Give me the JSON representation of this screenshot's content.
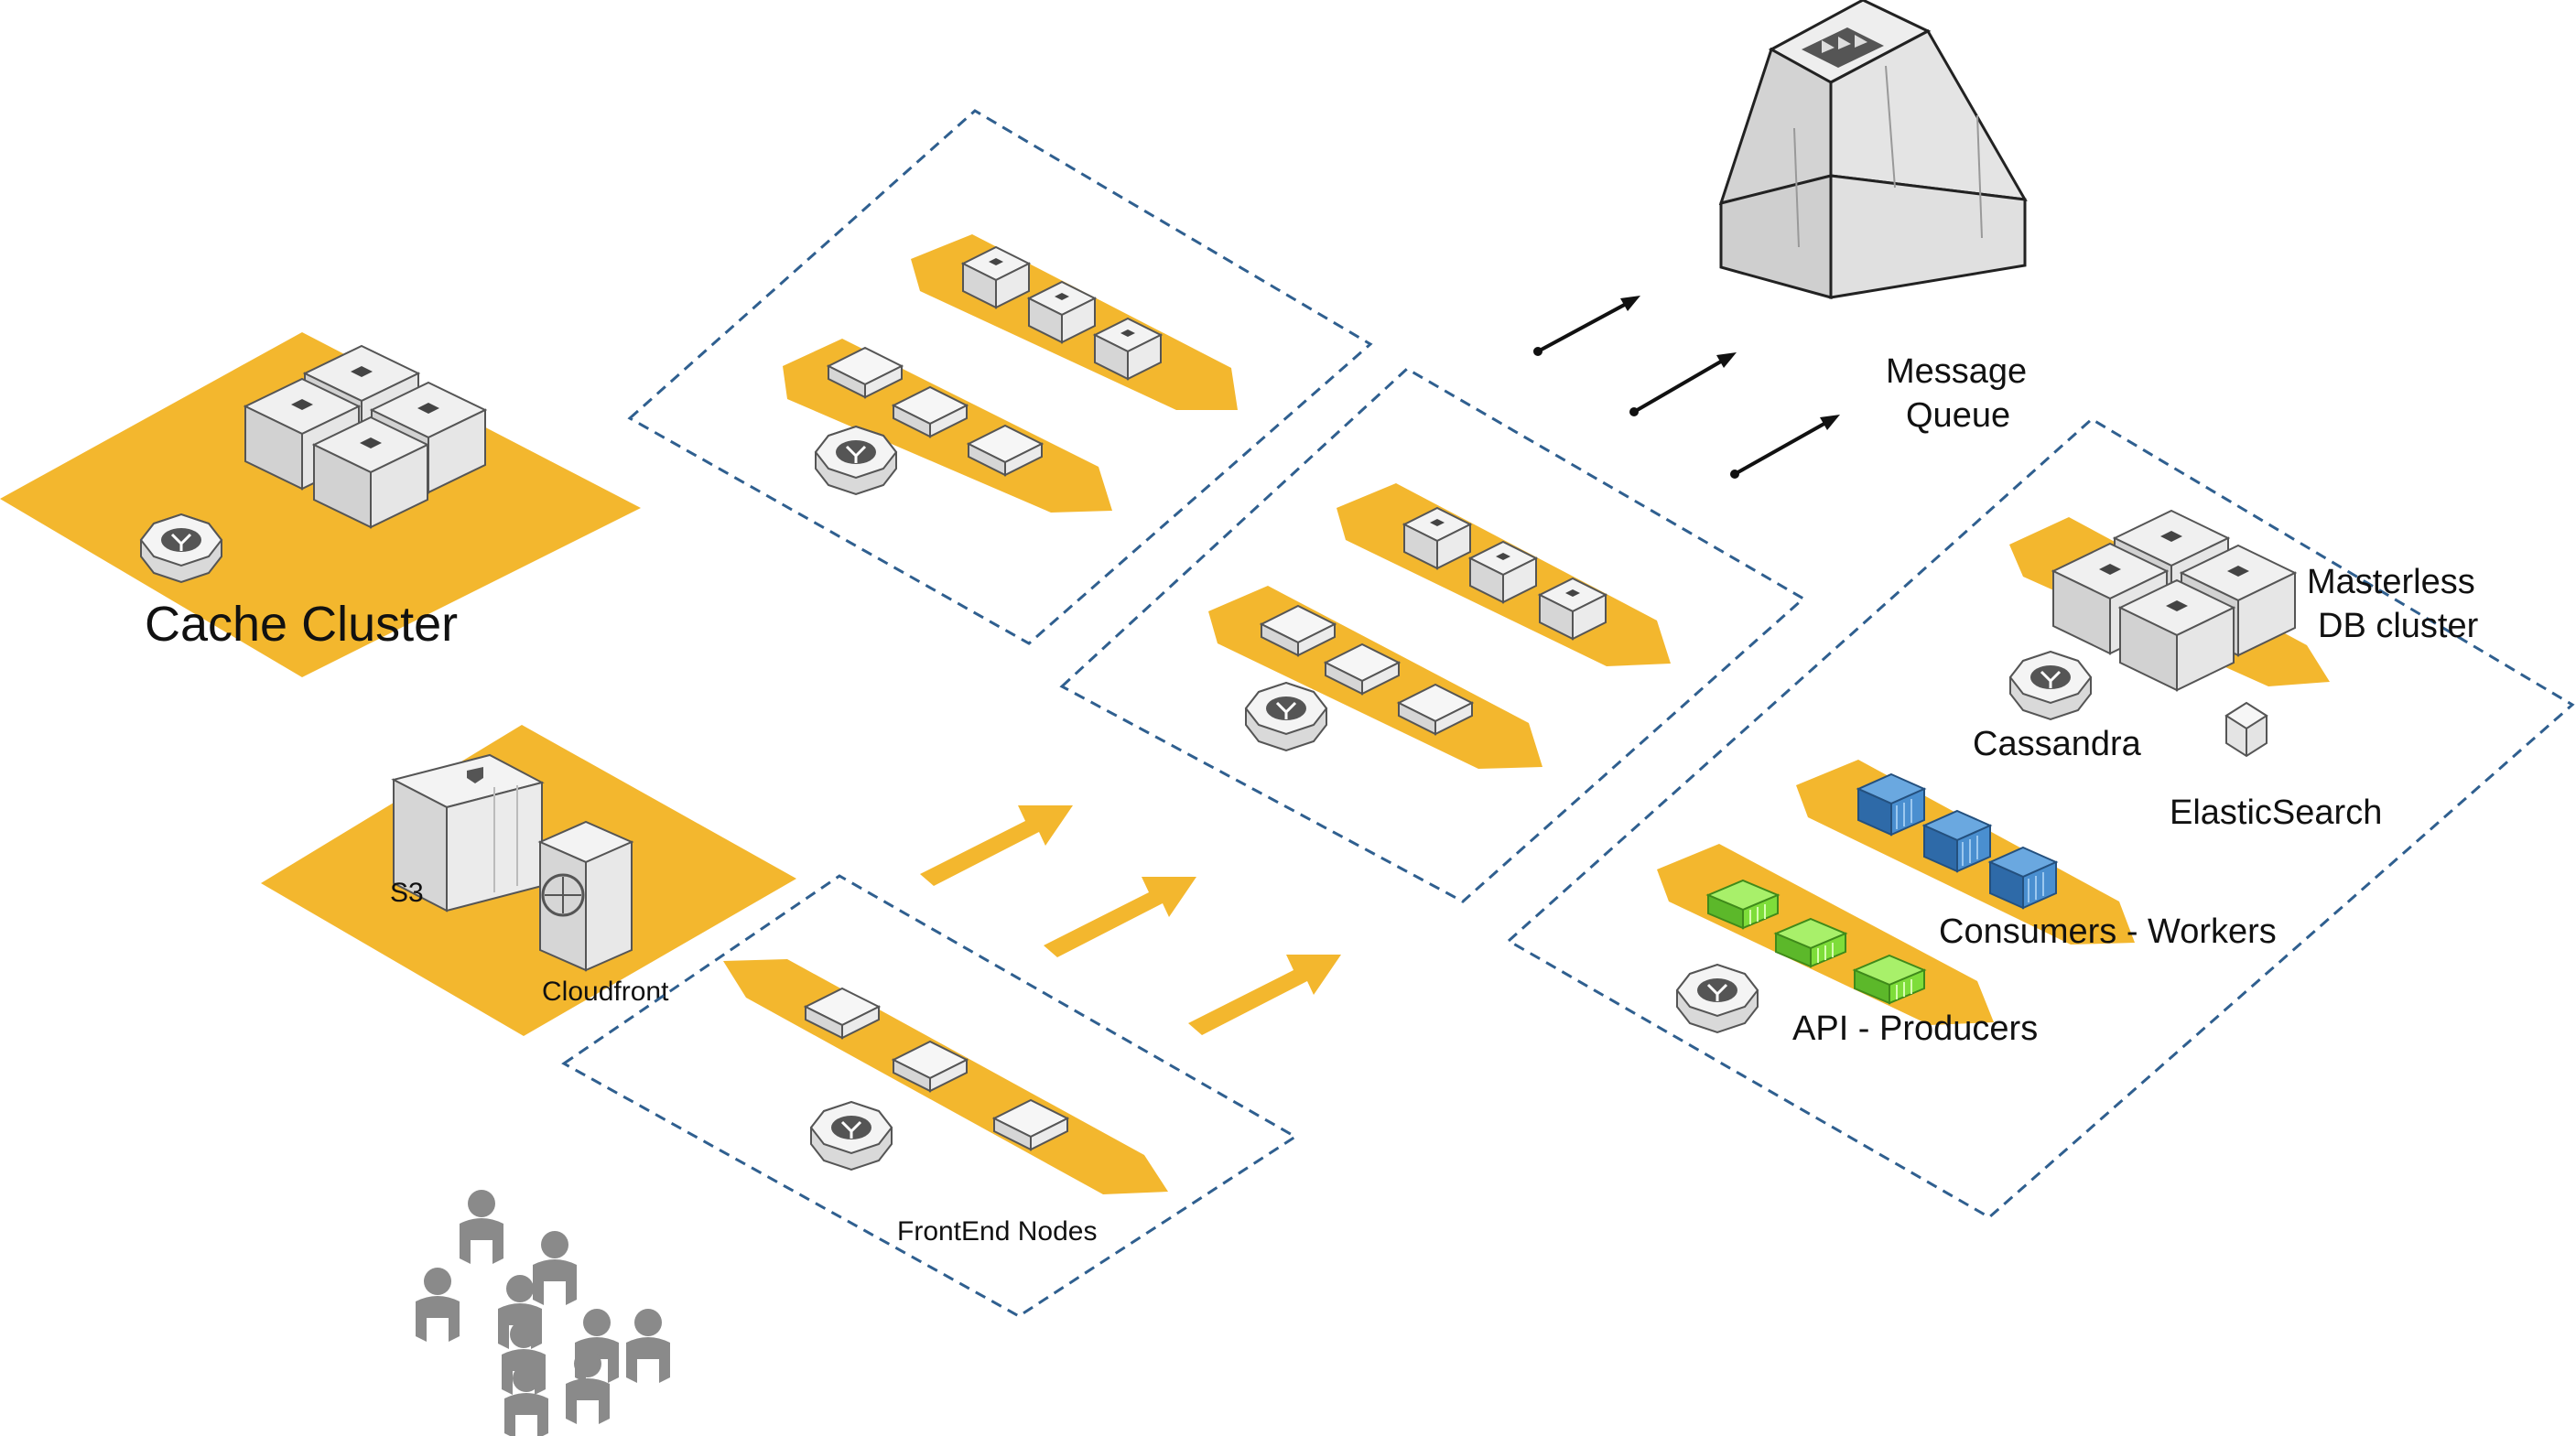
{
  "labels": {
    "cache_cluster": "Cache Cluster",
    "s3": "S3",
    "cloudfront": "Cloudfront",
    "frontend_nodes": "FrontEnd Nodes",
    "message_queue_line1": "Message",
    "message_queue_line2": "Queue",
    "masterless_line1": "Masterless",
    "masterless_line2": "DB cluster",
    "cassandra": "Cassandra",
    "elasticsearch": "ElasticSearch",
    "consumers_workers": "Consumers - Workers",
    "api_producers": "API - Producers"
  },
  "colors": {
    "accent_orange": "#F3B72E",
    "dashed_border": "#2F5F8F",
    "server_gray": "#DCDCDC",
    "server_dark": "#555555",
    "worker_blue": "#3E86C9",
    "producer_green": "#7EDD3A",
    "users_gray": "#8A8A8A"
  },
  "icons": [
    "gateway-icon",
    "server-icon",
    "message-queue-icon",
    "storage-icon",
    "cdn-icon",
    "user-icon",
    "worker-icon",
    "producer-icon",
    "database-icon"
  ]
}
